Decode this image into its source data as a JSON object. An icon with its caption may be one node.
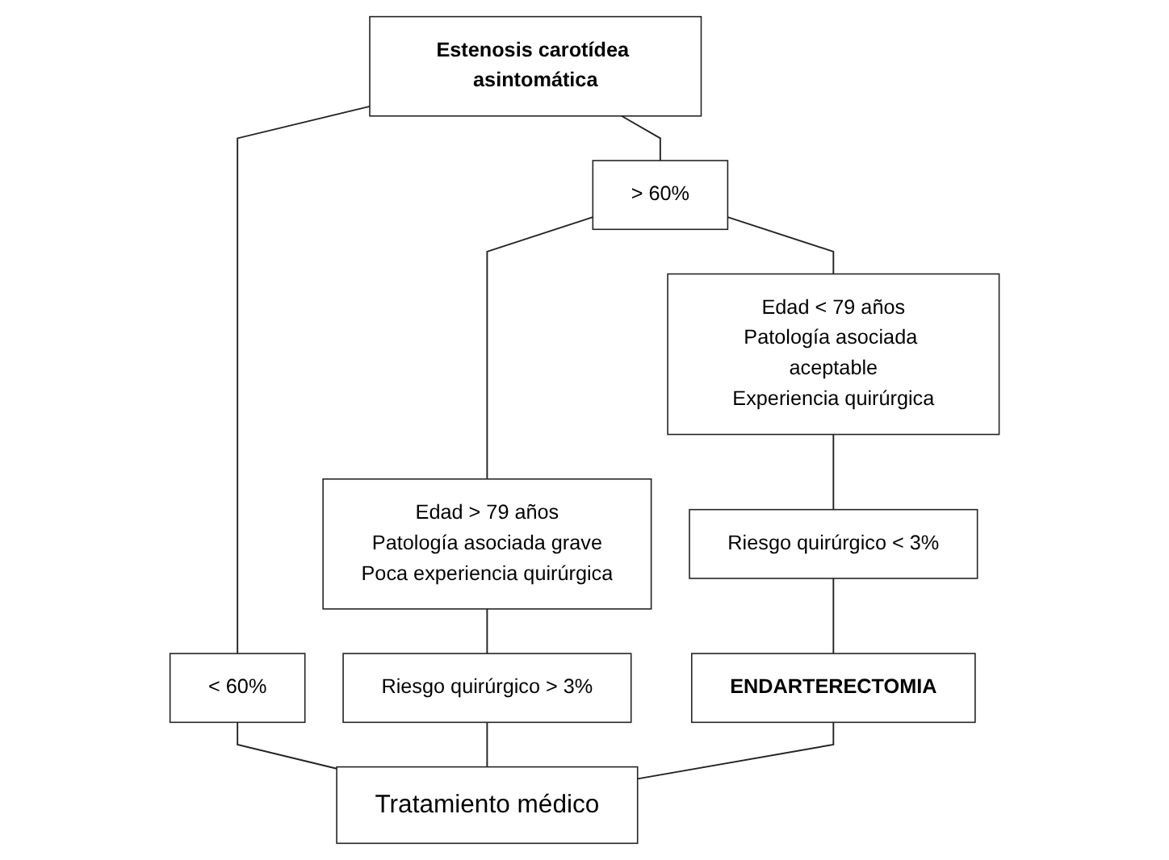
{
  "diagram": {
    "nodes": [
      {
        "text": [
          "Estenosis carotídea asintomática"
        ]
      },
      {
        "text": [
          "< 60%"
        ]
      },
      {
        "text": [
          "> 60%"
        ]
      },
      {
        "text": [
          "Edad > 79 años",
          "Patología asociada grave",
          "Poca experiencia quirúrgica"
        ]
      },
      {
        "text": [
          "Edad < 79 años",
          "Patología asociada aceptable",
          "Experiencia quirúrgica"
        ]
      },
      {
        "text": [
          "Riesgo quirúrgico > 3%"
        ]
      },
      {
        "text": [
          "Riesgo quirúrgico < 3%"
        ]
      },
      {
        "text": [
          "ENDARTERECTOMIA"
        ]
      },
      {
        "text": [
          "Tratamiento médico"
        ]
      }
    ],
    "edges": [
      {
        "from": 0,
        "to": 1,
        "arrow": "none"
      },
      {
        "from": 0,
        "to": 2,
        "arrow": "none"
      },
      {
        "from": 2,
        "to": 3,
        "arrow": "none"
      },
      {
        "from": 2,
        "to": 4,
        "arrow": "none"
      },
      {
        "from": 3,
        "to": 5,
        "arrow": "none"
      },
      {
        "from": 4,
        "to": 6,
        "arrow": "none"
      },
      {
        "from": 6,
        "to": 7,
        "arrow": "none"
      },
      {
        "from": 1,
        "to": 8,
        "arrow": "none"
      },
      {
        "from": 5,
        "to": 8,
        "arrow": "none"
      },
      {
        "from": 7,
        "to": 8,
        "arrow": "none"
      }
    ]
  }
}
